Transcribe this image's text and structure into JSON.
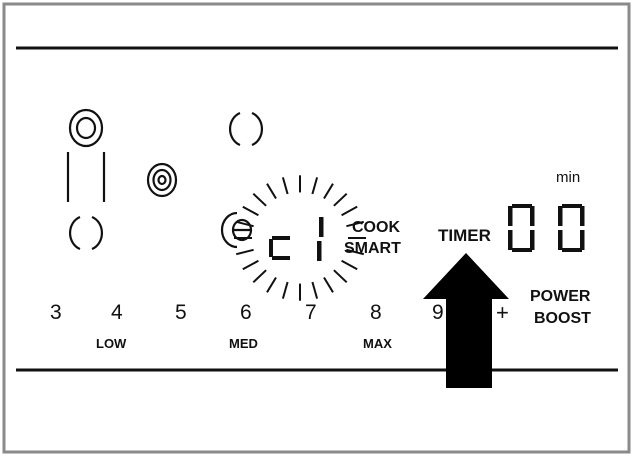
{
  "scale": {
    "numbers": [
      "3",
      "4",
      "5",
      "6",
      "7",
      "8",
      "9",
      "+"
    ],
    "low": "LOW",
    "med": "MED",
    "max": "MAX"
  },
  "display": {
    "glyphs": "c 1",
    "cook_smart_line1": "COOK",
    "cook_smart_line2": "SMART"
  },
  "timer": {
    "label": "TIMER",
    "unit": "min",
    "digits": [
      "0",
      "0"
    ]
  },
  "power_boost": {
    "line1": "POWER",
    "line2": "BOOST"
  },
  "colors": {
    "frame": "#8a8a8a",
    "ink": "#111111",
    "background": "#ffffff"
  }
}
